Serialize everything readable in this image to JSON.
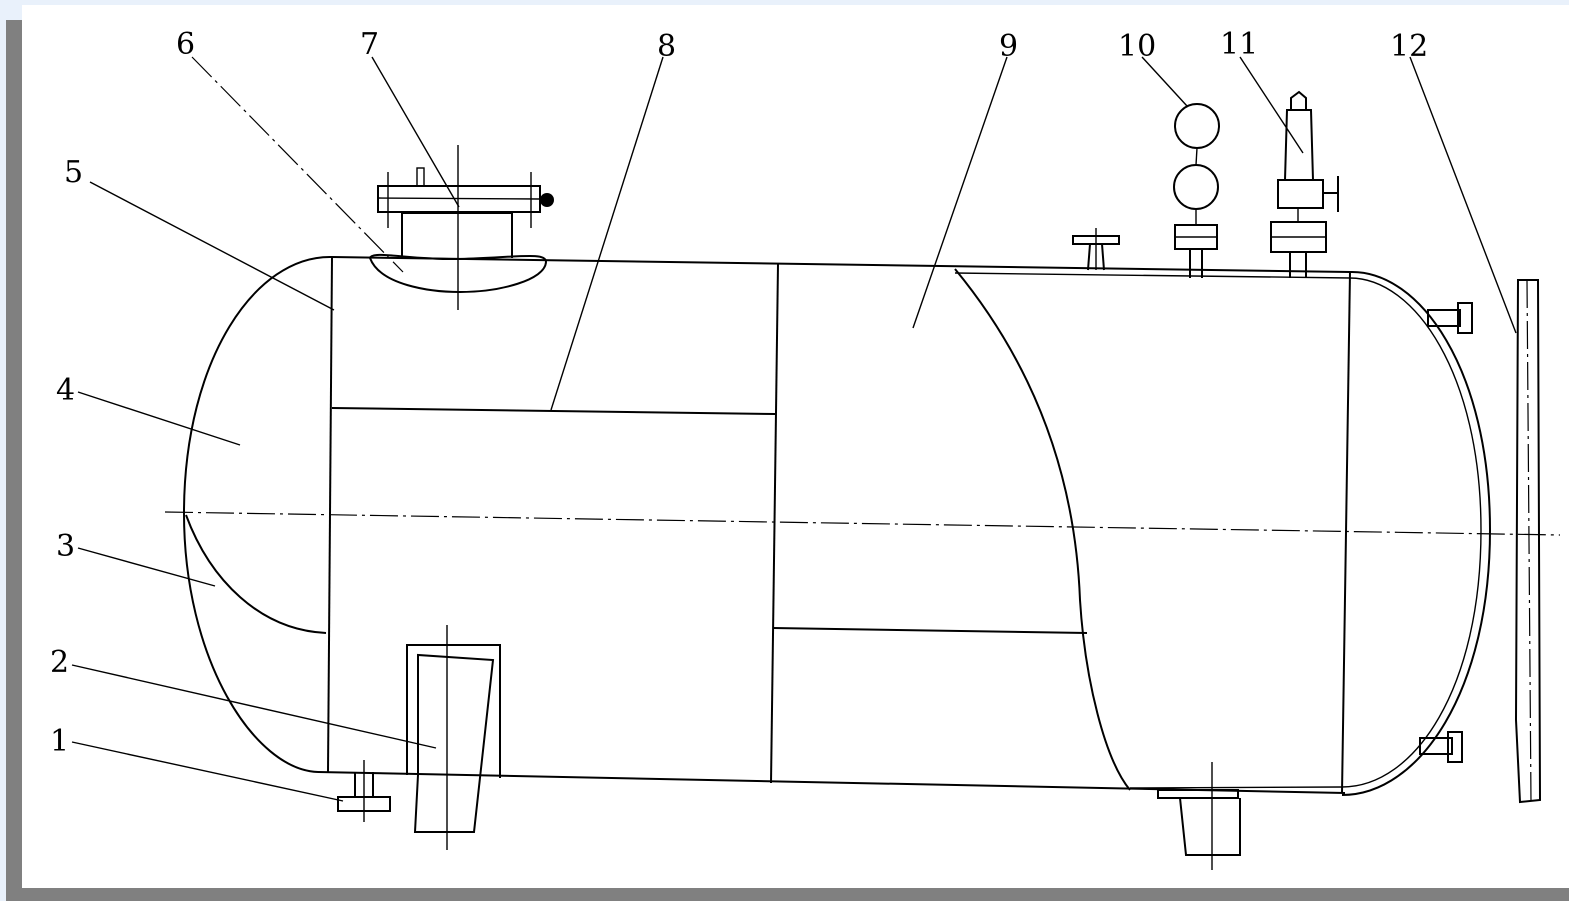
{
  "colors": {
    "page_background": "#e9f1fb",
    "frame_shadow": "#808080",
    "drawing_background": "#ffffff",
    "ink": "#000000"
  },
  "labels": [
    {
      "id": "1",
      "text": "1"
    },
    {
      "id": "2",
      "text": "2"
    },
    {
      "id": "3",
      "text": "3"
    },
    {
      "id": "4",
      "text": "4"
    },
    {
      "id": "5",
      "text": "5"
    },
    {
      "id": "6",
      "text": "6"
    },
    {
      "id": "7",
      "text": "7"
    },
    {
      "id": "8",
      "text": "8"
    },
    {
      "id": "9",
      "text": "9"
    },
    {
      "id": "10",
      "text": "10"
    },
    {
      "id": "11",
      "text": "11"
    },
    {
      "id": "12",
      "text": "12"
    }
  ]
}
